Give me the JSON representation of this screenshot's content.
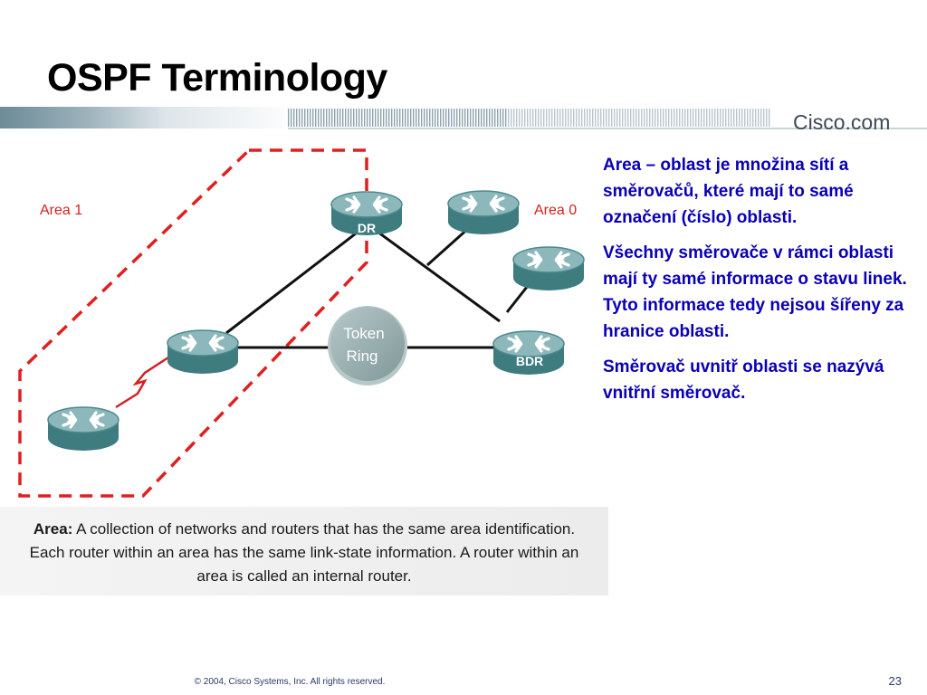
{
  "slide": {
    "title": "OSPF Terminology",
    "brand": "Cisco.com"
  },
  "diagram": {
    "area_left_label": "Area 1",
    "area_right_label": "Area 0",
    "token_ring": {
      "line1": "Token",
      "line2": "Ring"
    },
    "routers": [
      {
        "id": "dr",
        "label": "DR"
      },
      {
        "id": "bdr",
        "label": "BDR"
      },
      {
        "id": "area0-top",
        "label": ""
      },
      {
        "id": "area0-right",
        "label": ""
      },
      {
        "id": "area1-middle",
        "label": ""
      },
      {
        "id": "area1-bottom",
        "label": ""
      }
    ],
    "colors": {
      "router_body": "#4d8a8e",
      "router_top": "#8cb8bb",
      "area_boundary": "#e02020",
      "token_ring": "#8fa7a8",
      "link": "#111111"
    }
  },
  "caption": {
    "term": "Area:",
    "text": "A collection of networks and routers that has the same area identification. Each router within an area has the same link-state information. A router within an area is called an internal router."
  },
  "notes": [
    "Area – oblast je množina sítí a směrovačů, které mají to samé označení (číslo) oblasti.",
    "Všechny směrovače v rámci oblasti mají ty samé informace o stavu linek. Tyto informace tedy nejsou šířeny za hranice oblasti.",
    "Směrovač uvnitř oblasti se nazývá vnitřní směrovač."
  ],
  "footer": {
    "copyright": "© 2004, Cisco Systems, Inc. All rights reserved.",
    "page_number": "23"
  }
}
